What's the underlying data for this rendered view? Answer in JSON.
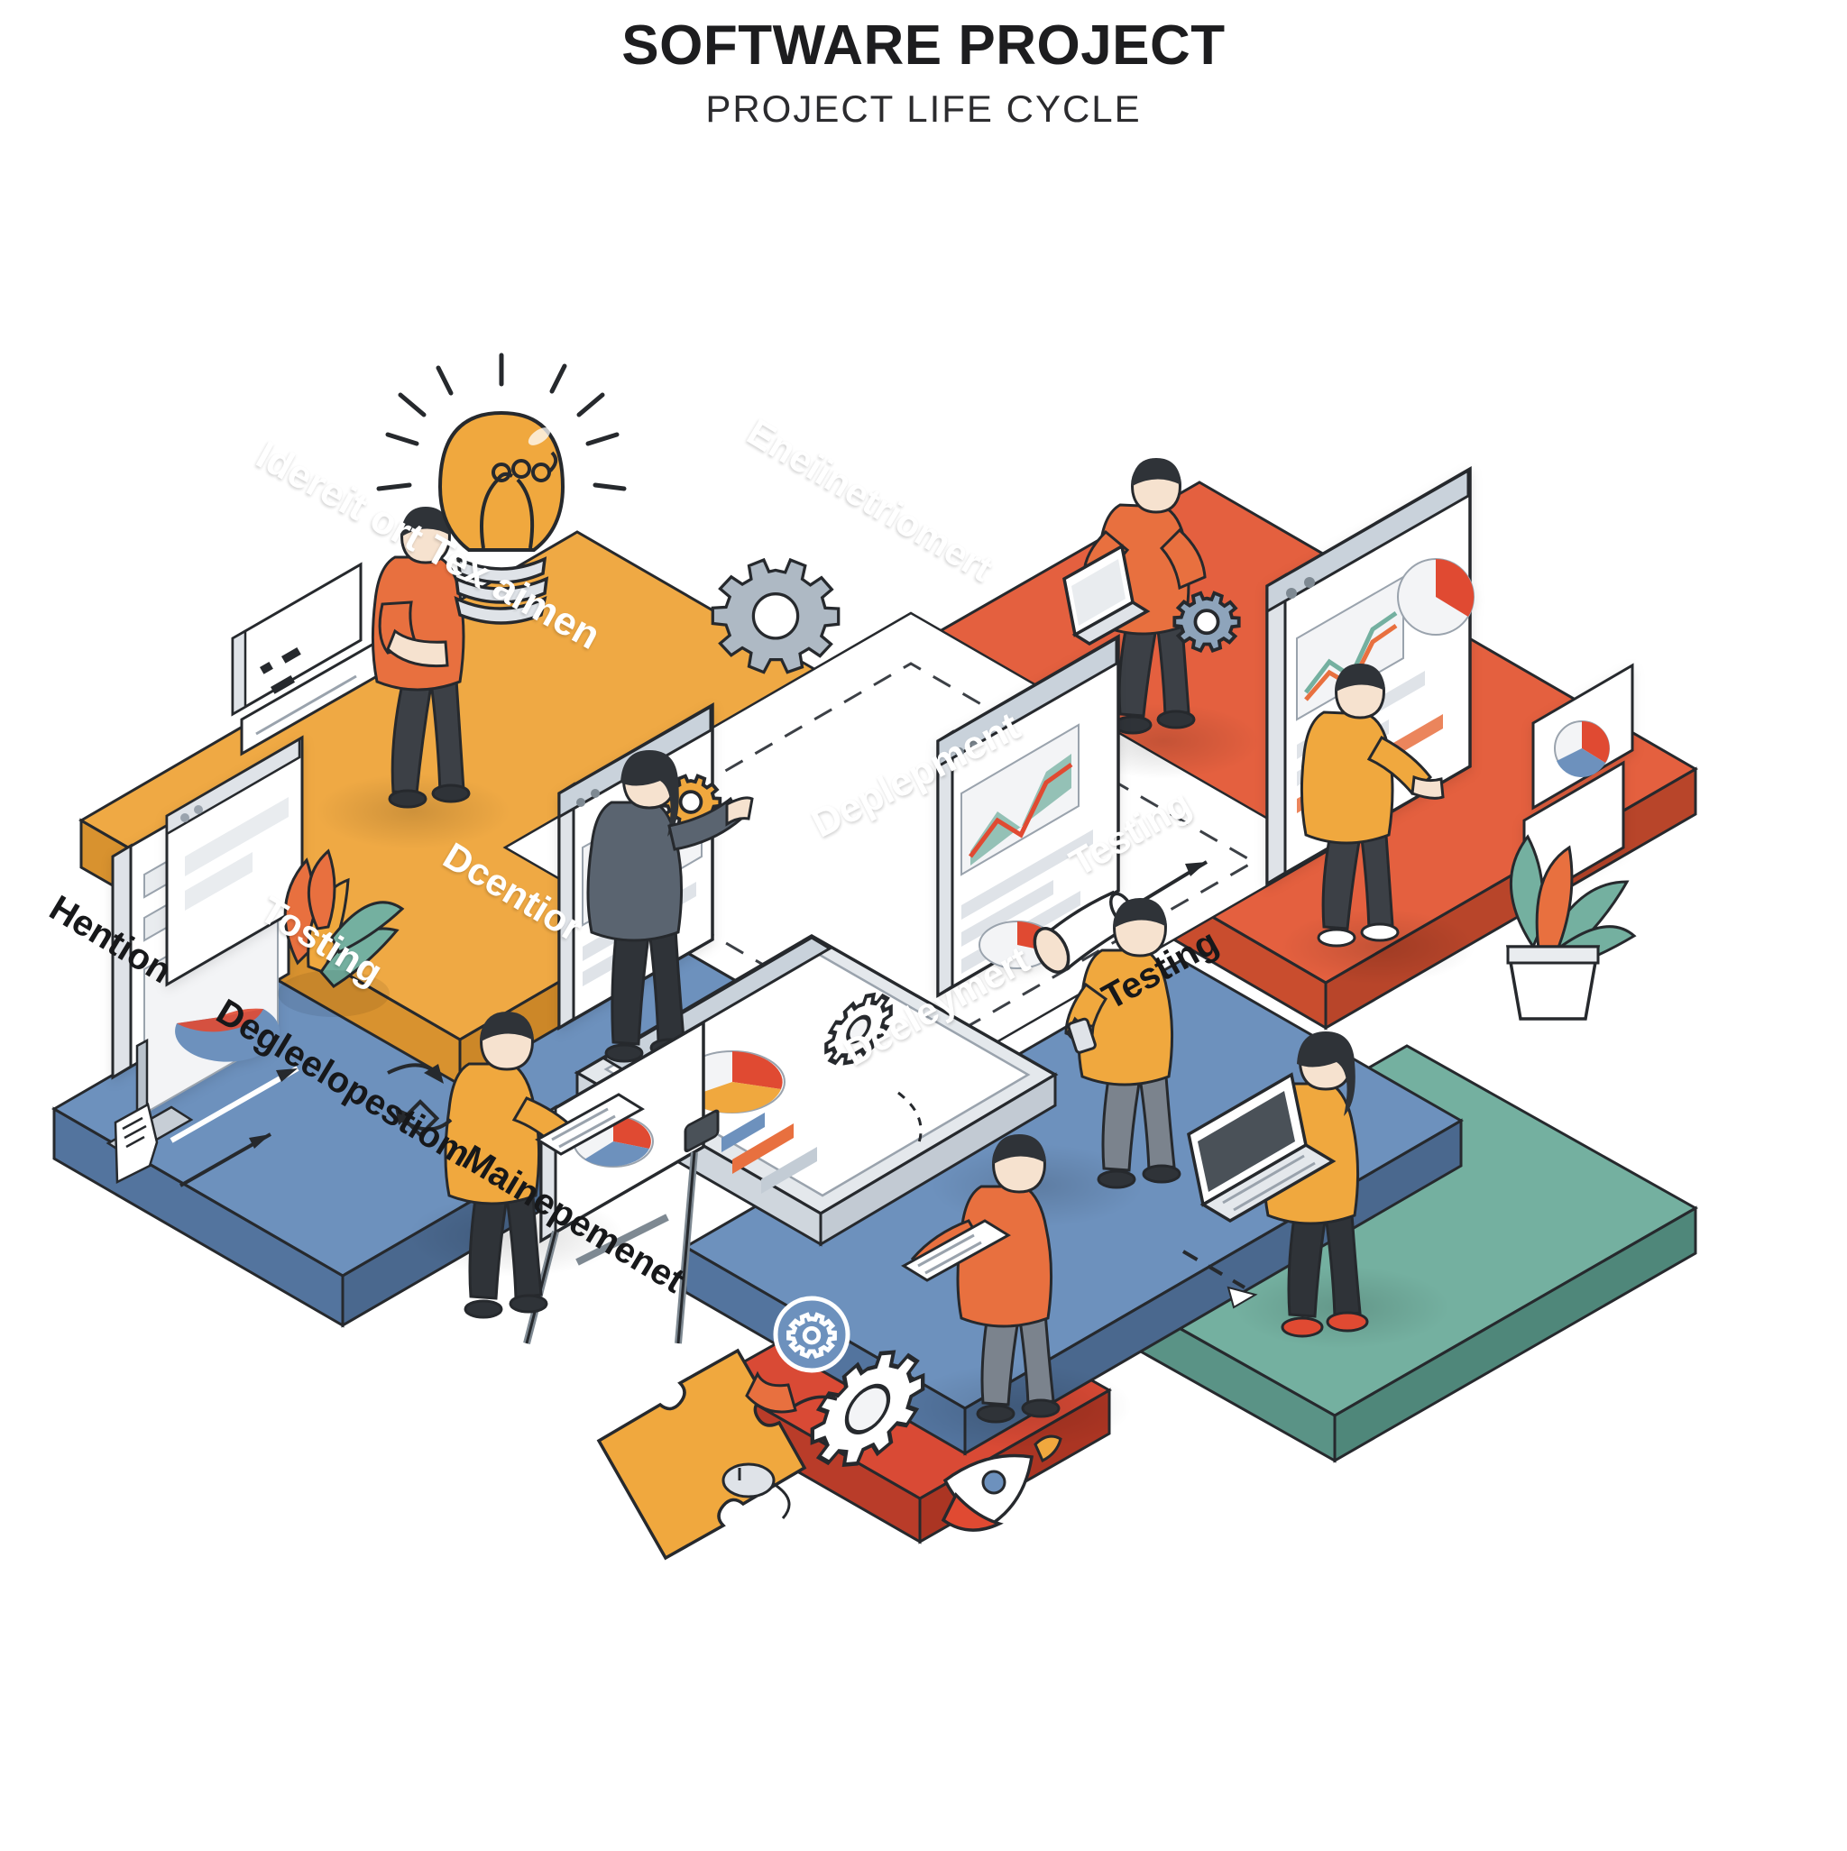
{
  "header": {
    "title": "SOFTWARE PROJECT",
    "subtitle": "PROJECT LIFE CYCLE"
  },
  "palette": {
    "orange_top": "#efa944",
    "orange_side": "#d8922f",
    "red_top": "#e4603f",
    "red_side": "#c94d2e",
    "red_bottom_top": "#d94a35",
    "blue_top": "#6d91bd",
    "blue_side": "#53749e",
    "green_top": "#74b0a0",
    "green_side": "#5a9386",
    "accent_yellow": "#f0a83e",
    "accent_orange": "#e8703f",
    "accent_red": "#e04a32",
    "skin": "#f6e2cf",
    "hair_dark": "#2f3338",
    "grey_screen": "#f3f4f6",
    "grey_line": "#9aa3ad",
    "outline": "#26292d",
    "white": "#ffffff",
    "floor_white": "#ffffff"
  },
  "bands": [
    {
      "id": "ideation",
      "label": "Idereit ort Tex aimen",
      "color": "#efa944",
      "side": "#d8922f",
      "position": "top-left"
    },
    {
      "id": "engineering",
      "label": "Eneiinetriomert",
      "color": "#e4603f",
      "side": "#c94d2e",
      "position": "top-right"
    },
    {
      "id": "creation",
      "label": "Dcentior",
      "color": "#6d91bd",
      "side": "#53749e",
      "position": "mid-left"
    },
    {
      "id": "deployment",
      "label": "Deplepment",
      "color": "#6d91bd",
      "side": "#53749e",
      "position": "mid-right"
    },
    {
      "id": "delivery",
      "label": "Deeleymert",
      "color": "#74b0a0",
      "side": "#5a9386",
      "position": "bottom-right"
    },
    {
      "id": "maintenance",
      "label": "",
      "color": "#d94a35",
      "side": "#b93c29",
      "position": "bottom-center"
    }
  ],
  "band_labels_on_surface": [
    {
      "id": "label-ideation",
      "text": "Idereit ort Tex aimen"
    },
    {
      "id": "label-engineering",
      "text": "Eneiinetriomert"
    },
    {
      "id": "label-testing-left",
      "text": "Tosting"
    },
    {
      "id": "label-creation",
      "text": "Dcentior"
    },
    {
      "id": "label-deployment",
      "text": "Deplepment"
    },
    {
      "id": "label-testing-right",
      "text": "Testing"
    },
    {
      "id": "label-delivery",
      "text": "Deeleymert"
    }
  ],
  "outside_labels": [
    {
      "id": "label-hention",
      "text": "Hention"
    },
    {
      "id": "label-development",
      "text": "Degleelopestiom"
    },
    {
      "id": "label-maintenance",
      "text": "Mainepemenet"
    },
    {
      "id": "label-testing-far",
      "text": "Testing"
    }
  ],
  "figures": [
    {
      "id": "figure-idea-bulb",
      "name": "person-holding-lightbulb",
      "shirt": "#e8703f",
      "pants": "#3c4046"
    },
    {
      "id": "figure-laptop-gear",
      "name": "person-with-laptop-and-gear",
      "shirt": "#e8703f",
      "pants": "#3c4046"
    },
    {
      "id": "figure-dashboard",
      "name": "person-at-dashboard-screen",
      "shirt": "#f0a83e",
      "pants": "#3c4046"
    },
    {
      "id": "figure-designer",
      "name": "woman-at-drafting-table",
      "shirt": "#5a6470",
      "pants": "#2f3338"
    },
    {
      "id": "figure-easel",
      "name": "person-at-easel-monitor",
      "shirt": "#f0a83e",
      "pants": "#3c4046"
    },
    {
      "id": "figure-phone",
      "name": "person-with-phone",
      "shirt": "#f0a83e",
      "pants": "#7b838d"
    },
    {
      "id": "figure-keyboard",
      "name": "person-with-keyboard",
      "shirt": "#e8703f",
      "pants": "#7b838d"
    },
    {
      "id": "figure-laptop-green",
      "name": "woman-with-laptop",
      "shirt": "#f0a83e",
      "pants": "#3c4046"
    }
  ],
  "props": [
    {
      "id": "prop-lightbulb",
      "name": "lightbulb-icon"
    },
    {
      "id": "prop-gear-top",
      "name": "gear-icon"
    },
    {
      "id": "prop-gear-bottom",
      "name": "gear-icon"
    },
    {
      "id": "prop-gear-badge",
      "name": "settings-gear-badge-icon"
    },
    {
      "id": "prop-gear-small",
      "name": "gear-icon"
    },
    {
      "id": "prop-megaphone",
      "name": "megaphone-icon"
    },
    {
      "id": "prop-plant",
      "name": "potted-plant"
    },
    {
      "id": "prop-plant-small",
      "name": "potted-plant"
    },
    {
      "id": "prop-puzzle",
      "name": "puzzle-piece-icon"
    },
    {
      "id": "prop-rocket",
      "name": "rocket-icon"
    },
    {
      "id": "prop-document",
      "name": "document-scroll"
    },
    {
      "id": "prop-signpost",
      "name": "sign-board"
    }
  ],
  "screens": [
    {
      "id": "screen-left-chart",
      "name": "chart-panel",
      "widgets": [
        "donut-chart",
        "bar-list"
      ]
    },
    {
      "id": "screen-left-browser",
      "name": "browser-window",
      "widgets": [
        "pie-chart",
        "text-lines"
      ]
    },
    {
      "id": "screen-center",
      "name": "design-panel",
      "widgets": [
        "image-block",
        "gear",
        "text-lines"
      ]
    },
    {
      "id": "screen-browser-mid",
      "name": "browser-window",
      "widgets": [
        "area-chart",
        "text-lines",
        "donut-chart"
      ]
    },
    {
      "id": "screen-right-dash",
      "name": "dashboard-window",
      "widgets": [
        "line-chart",
        "pie-chart",
        "text-lines"
      ]
    },
    {
      "id": "screen-right-cards",
      "name": "card-stack",
      "widgets": [
        "pie-chart",
        "bar-chart"
      ]
    },
    {
      "id": "screen-easel",
      "name": "monitor-on-easel",
      "widgets": [
        "donut-chart"
      ]
    },
    {
      "id": "screen-table",
      "name": "drafting-table-board",
      "widgets": [
        "pie-chart",
        "gear",
        "bar-chart",
        "flow-lines"
      ]
    }
  ],
  "chart_data": {
    "type": "diagram",
    "title": "SOFTWARE PROJECT",
    "subtitle": "PROJECT LIFE CYCLE",
    "layout": "isometric-ring",
    "stages": [
      {
        "order": 1,
        "label": "Idereit ort Tex aimen",
        "color": "#efa944"
      },
      {
        "order": 2,
        "label": "Eneiinetriomert",
        "color": "#e4603f"
      },
      {
        "order": 3,
        "label": "Deplepment",
        "color": "#6d91bd"
      },
      {
        "order": 4,
        "label": "Deeleymert",
        "color": "#74b0a0"
      },
      {
        "order": 5,
        "label": "Mainepemenet",
        "color": "#d94a35"
      },
      {
        "order": 6,
        "label": "Degleelopestiom",
        "color": "#6d91bd"
      }
    ],
    "legend": [],
    "grid": false
  }
}
